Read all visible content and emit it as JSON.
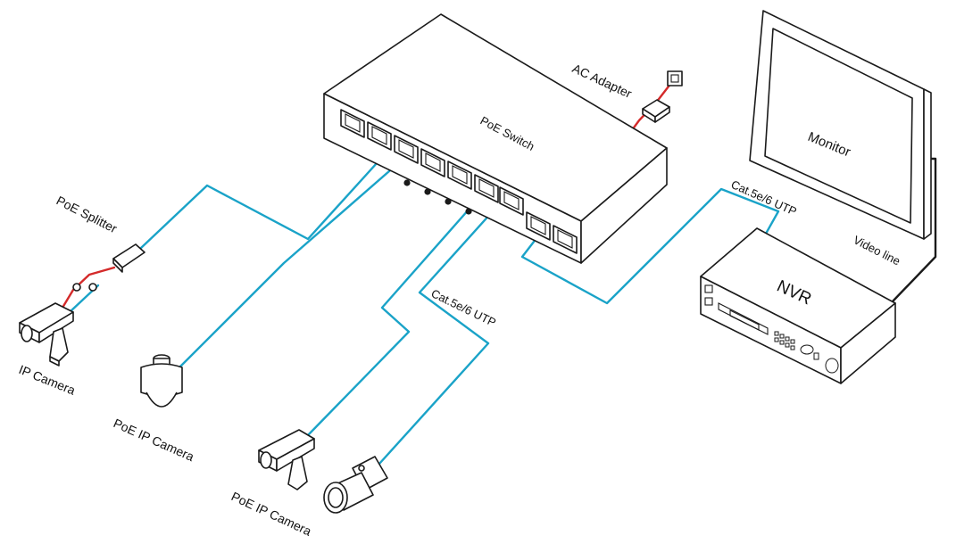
{
  "colors": {
    "utp_cable": "#1aa3c8",
    "power_cable": "#d42a2a",
    "video_cable": "#1a1a1a",
    "outline": "#1a1a1a"
  },
  "labels": {
    "switch": "PoE Switch",
    "ac_adapter": "AC Adapter",
    "monitor": "Monitor",
    "nvr": "NVR",
    "video_line": "Video line",
    "cable_nvr": "Cat.5e/6 UTP",
    "cable_cameras": "Cat.5e/6 UTP",
    "poe_splitter": "PoE Splitter",
    "ip_camera": "IP Camera",
    "poe_ip_camera_dome": "PoE IP Camera",
    "poe_ip_camera_bullets": "PoE IP Camera"
  },
  "icons": {
    "switch": "poe-switch-icon",
    "adapter": "ac-adapter-icon",
    "monitor": "monitor-icon",
    "nvr": "nvr-icon",
    "splitter": "poe-splitter-icon",
    "camera_box": "ip-camera-icon",
    "camera_dome": "dome-camera-icon",
    "camera_bullet": "bullet-camera-icon"
  }
}
